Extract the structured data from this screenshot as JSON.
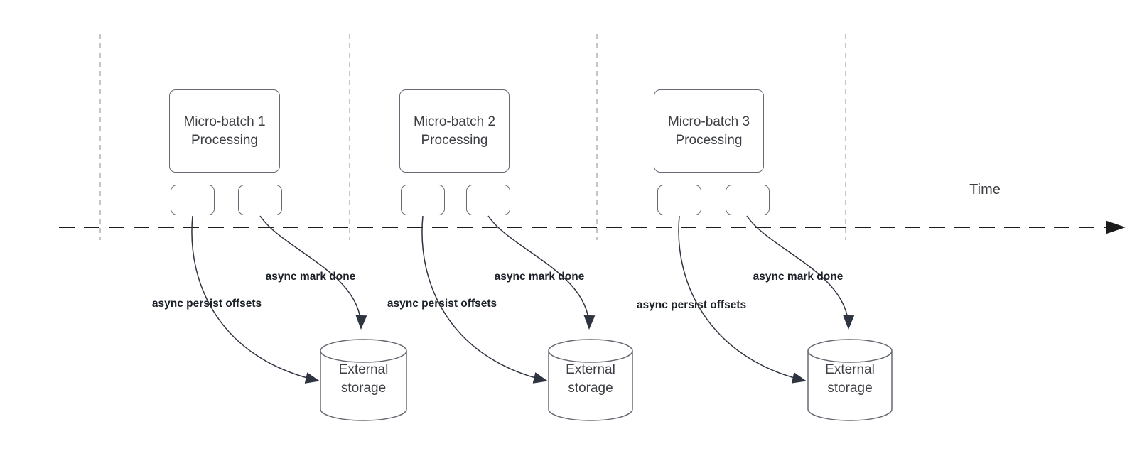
{
  "diagram": {
    "time_axis_label": "Time",
    "batches": [
      {
        "box_label": "Micro-batch 1 Processing",
        "persist_label": "async persist offsets",
        "mark_done_label": "async mark done",
        "storage_label": "External storage"
      },
      {
        "box_label": "Micro-batch 2 Processing",
        "persist_label": "async persist offsets",
        "mark_done_label": "async mark done",
        "storage_label": "External storage"
      },
      {
        "box_label": "Micro-batch 3 Processing",
        "persist_label": "async persist offsets",
        "mark_done_label": "async mark done",
        "storage_label": "External storage"
      }
    ],
    "colors": {
      "background": "#ffffff",
      "shape_border": "#666a73",
      "shape_text": "#3d3f45",
      "flow_label_text": "#1c2028",
      "arrow_stroke": "#2e3440",
      "time_axis": "#1c1c1c",
      "guide_line": "#b3b3b3"
    }
  }
}
